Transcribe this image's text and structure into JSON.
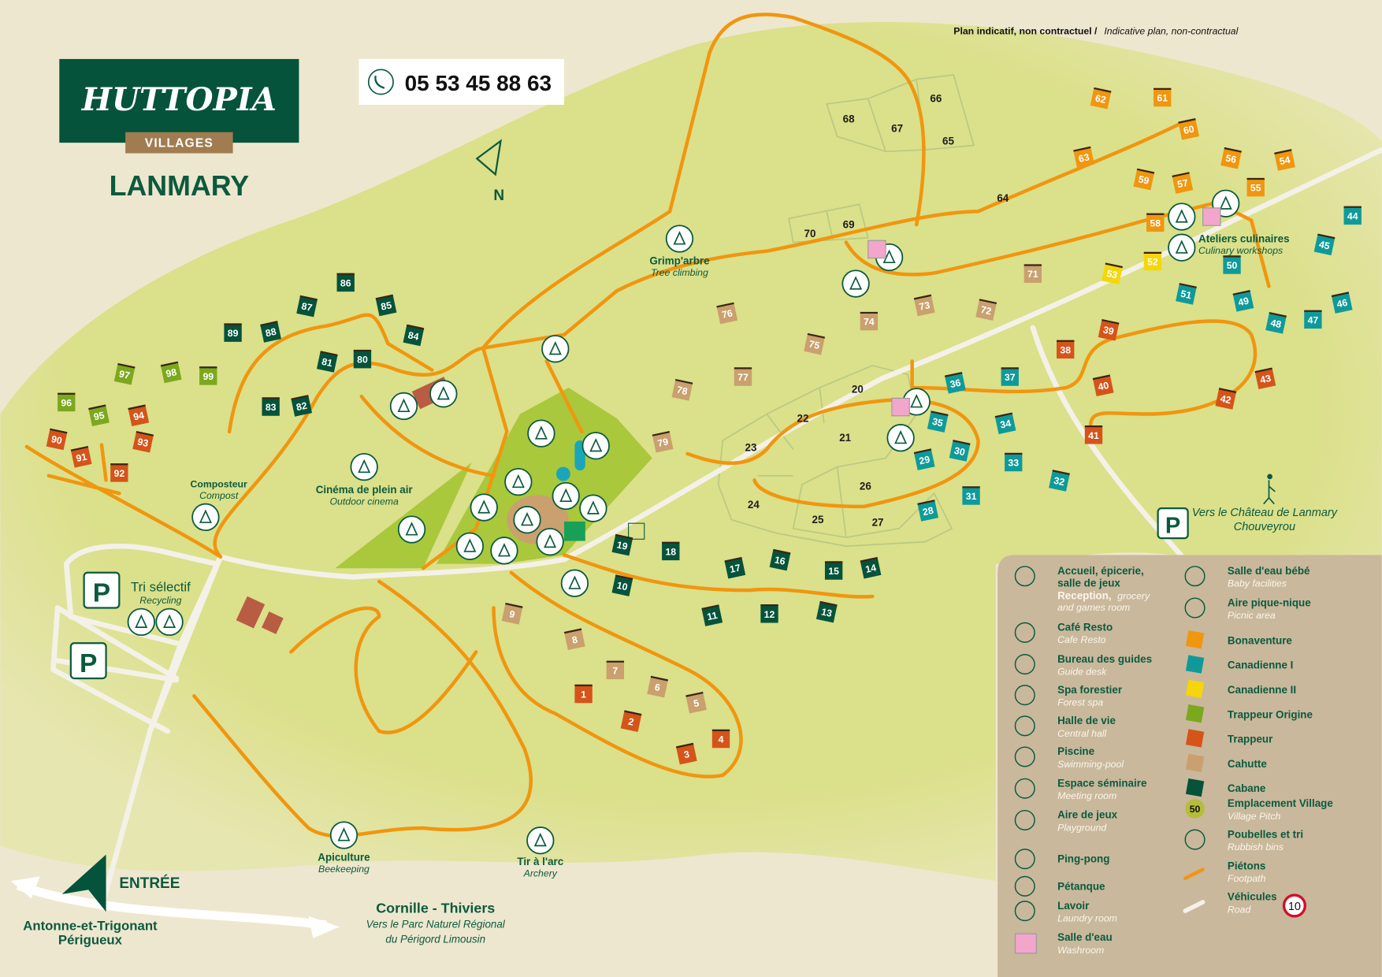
{
  "header": {
    "brand": "HUTTOPIA",
    "brand_sub": "VILLAGES",
    "site_name": "LANMARY",
    "phone": "05 53 45 88 63",
    "phone_icon": "phone-icon",
    "disclaimer_fr": "Plan indicatif, non contractuel /",
    "disclaimer_en": "Indicative plan, non-contractual",
    "north_label": "N"
  },
  "colors": {
    "background": "#eee7cf",
    "grass": "#dce18a",
    "brand_green": "#05533b",
    "footpath": "#f0960f",
    "road": "#f4f1e8",
    "legend_bg": "#c9b89c",
    "bonaventure": "#f0960f",
    "canadienne_1": "#0f9a9a",
    "canadienne_2": "#f5d60a",
    "trappeur_origine": "#7ca81e",
    "trappeur": "#d4541a",
    "cahutte": "#c9a06e",
    "cabane": "#05533b",
    "washroom": "#f2a6cc"
  },
  "map_labels": {
    "tree_climbing": {
      "fr": "Grimp'arbre",
      "en": "Tree climbing"
    },
    "cinema": {
      "fr": "Cinéma de plein air",
      "en": "Outdoor cinema"
    },
    "compost": {
      "fr": "Composteur",
      "en": "Compost"
    },
    "recycling": {
      "fr": "Tri sélectif",
      "en": "Recycling"
    },
    "beekeeping": {
      "fr": "Apiculture",
      "en": "Beekeeping"
    },
    "archery": {
      "fr": "Tir à l'arc",
      "en": "Archery"
    },
    "culinary": {
      "fr": "Ateliers culinaires",
      "en": "Culinary workshops"
    },
    "chateau": {
      "line1": "Vers le Château de Lanmary",
      "line2": "Chouveyrou"
    },
    "entrance": "ENTRÉE",
    "west_dest": {
      "line1": "Antonne-et-Trigonant",
      "line2": "Périgueux"
    },
    "east_dest": {
      "title": "Cornille - Thiviers",
      "line1": "Vers le Parc Naturel Régional",
      "line2": "du Périgord Limousin"
    },
    "parking": "P"
  },
  "units": [
    {
      "n": "54",
      "type": "bonaventure"
    },
    {
      "n": "55",
      "type": "bonaventure"
    },
    {
      "n": "56",
      "type": "bonaventure"
    },
    {
      "n": "57",
      "type": "bonaventure"
    },
    {
      "n": "58",
      "type": "bonaventure"
    },
    {
      "n": "59",
      "type": "bonaventure"
    },
    {
      "n": "60",
      "type": "bonaventure"
    },
    {
      "n": "61",
      "type": "bonaventure"
    },
    {
      "n": "62",
      "type": "bonaventure"
    },
    {
      "n": "63",
      "type": "bonaventure"
    },
    {
      "n": "44",
      "type": "canadienne_1"
    },
    {
      "n": "45",
      "type": "canadienne_1"
    },
    {
      "n": "46",
      "type": "canadienne_1"
    },
    {
      "n": "47",
      "type": "canadienne_1"
    },
    {
      "n": "48",
      "type": "canadienne_1"
    },
    {
      "n": "49",
      "type": "canadienne_1"
    },
    {
      "n": "50",
      "type": "canadienne_1"
    },
    {
      "n": "51",
      "type": "canadienne_1"
    },
    {
      "n": "36",
      "type": "canadienne_1"
    },
    {
      "n": "37",
      "type": "canadienne_1"
    },
    {
      "n": "35",
      "type": "canadienne_1"
    },
    {
      "n": "34",
      "type": "canadienne_1"
    },
    {
      "n": "33",
      "type": "canadienne_1"
    },
    {
      "n": "30",
      "type": "canadienne_1"
    },
    {
      "n": "29",
      "type": "canadienne_1"
    },
    {
      "n": "31",
      "type": "canadienne_1"
    },
    {
      "n": "32",
      "type": "canadienne_1"
    },
    {
      "n": "28",
      "type": "canadienne_1"
    },
    {
      "n": "52",
      "type": "canadienne_2"
    },
    {
      "n": "53",
      "type": "canadienne_2"
    },
    {
      "n": "95",
      "type": "trappeur_origine"
    },
    {
      "n": "96",
      "type": "trappeur_origine"
    },
    {
      "n": "97",
      "type": "trappeur_origine"
    },
    {
      "n": "98",
      "type": "trappeur_origine"
    },
    {
      "n": "99",
      "type": "trappeur_origine"
    },
    {
      "n": "90",
      "type": "trappeur"
    },
    {
      "n": "91",
      "type": "trappeur"
    },
    {
      "n": "92",
      "type": "trappeur"
    },
    {
      "n": "93",
      "type": "trappeur"
    },
    {
      "n": "94",
      "type": "trappeur"
    },
    {
      "n": "38",
      "type": "trappeur"
    },
    {
      "n": "39",
      "type": "trappeur"
    },
    {
      "n": "40",
      "type": "trappeur"
    },
    {
      "n": "41",
      "type": "trappeur"
    },
    {
      "n": "42",
      "type": "trappeur"
    },
    {
      "n": "43",
      "type": "trappeur"
    },
    {
      "n": "1",
      "type": "trappeur"
    },
    {
      "n": "2",
      "type": "trappeur"
    },
    {
      "n": "3",
      "type": "trappeur"
    },
    {
      "n": "4",
      "type": "trappeur"
    },
    {
      "n": "9",
      "type": "cahutte"
    },
    {
      "n": "8",
      "type": "cahutte"
    },
    {
      "n": "7",
      "type": "cahutte"
    },
    {
      "n": "6",
      "type": "cahutte"
    },
    {
      "n": "5",
      "type": "cahutte"
    },
    {
      "n": "71",
      "type": "cahutte"
    },
    {
      "n": "72",
      "type": "cahutte"
    },
    {
      "n": "73",
      "type": "cahutte"
    },
    {
      "n": "74",
      "type": "cahutte"
    },
    {
      "n": "75",
      "type": "cahutte"
    },
    {
      "n": "76",
      "type": "cahutte"
    },
    {
      "n": "77",
      "type": "cahutte"
    },
    {
      "n": "78",
      "type": "cahutte"
    },
    {
      "n": "79",
      "type": "cahutte"
    },
    {
      "n": "80",
      "type": "cabane"
    },
    {
      "n": "81",
      "type": "cabane"
    },
    {
      "n": "82",
      "type": "cabane"
    },
    {
      "n": "83",
      "type": "cabane"
    },
    {
      "n": "84",
      "type": "cabane"
    },
    {
      "n": "85",
      "type": "cabane"
    },
    {
      "n": "86",
      "type": "cabane"
    },
    {
      "n": "87",
      "type": "cabane"
    },
    {
      "n": "88",
      "type": "cabane"
    },
    {
      "n": "89",
      "type": "cabane"
    },
    {
      "n": "10",
      "type": "cabane"
    },
    {
      "n": "11",
      "type": "cabane"
    },
    {
      "n": "12",
      "type": "cabane"
    },
    {
      "n": "13",
      "type": "cabane"
    },
    {
      "n": "14",
      "type": "cabane"
    },
    {
      "n": "15",
      "type": "cabane"
    },
    {
      "n": "16",
      "type": "cabane"
    },
    {
      "n": "17",
      "type": "cabane"
    },
    {
      "n": "18",
      "type": "cabane"
    },
    {
      "n": "19",
      "type": "cabane"
    }
  ],
  "pitches": [
    "20",
    "21",
    "22",
    "23",
    "24",
    "25",
    "26",
    "27",
    "64",
    "65",
    "66",
    "67",
    "68",
    "69",
    "70"
  ],
  "legend": {
    "left": [
      {
        "icon": "info-icon",
        "fr": "Accueil, épicerie,",
        "fr2": "salle de jeux",
        "en_b": "Reception,",
        "en": "grocery",
        "en2": "and games room"
      },
      {
        "icon": "cutlery-icon",
        "fr": "Café Resto",
        "en": "Cafe Resto"
      },
      {
        "icon": "map-search-icon",
        "fr": "Bureau des guides",
        "en": "Guide desk"
      },
      {
        "icon": "lotus-icon",
        "fr": "Spa forestier",
        "en": "Forest spa"
      },
      {
        "icon": "hall-icon",
        "fr": "Halle de vie",
        "en": "Central hall"
      },
      {
        "icon": "pool-ladder-icon",
        "fr": "Piscine",
        "en": "Swimming-pool"
      },
      {
        "icon": "meeting-icon",
        "fr": "Espace séminaire",
        "en": "Meeting room"
      },
      {
        "icon": "playground-icon",
        "fr": "Aire de jeux",
        "en": "Playground"
      },
      {
        "icon": "ping-pong-icon",
        "fr": "Ping-pong",
        "en": ""
      },
      {
        "icon": "petanque-icon",
        "fr": "Pétanque",
        "en": ""
      },
      {
        "icon": "washing-machine-icon",
        "fr": "Lavoir",
        "en": "Laundry room"
      },
      {
        "icon": "washroom-swatch-icon",
        "fr": "Salle d'eau",
        "en": "Washroom"
      }
    ],
    "right": [
      {
        "icon": "baby-icon",
        "fr": "Salle d'eau bébé",
        "en": "Baby facilities"
      },
      {
        "icon": "picnic-table-icon",
        "fr": "Aire pique-nique",
        "en": "Picnic area"
      },
      {
        "icon": "swatch-bonaventure",
        "fr": "Bonaventure",
        "en": "",
        "color": "#f0960f"
      },
      {
        "icon": "swatch-canadienne-1",
        "fr": "Canadienne I",
        "en": "",
        "color": "#0f9a9a"
      },
      {
        "icon": "swatch-canadienne-2",
        "fr": "Canadienne II",
        "en": "",
        "color": "#f5d60a"
      },
      {
        "icon": "swatch-trappeur-origine",
        "fr": "Trappeur Origine",
        "en": "",
        "color": "#7ca81e"
      },
      {
        "icon": "swatch-trappeur",
        "fr": "Trappeur",
        "en": "",
        "color": "#d4541a"
      },
      {
        "icon": "swatch-cahutte",
        "fr": "Cahutte",
        "en": "",
        "color": "#c9a06e"
      },
      {
        "icon": "swatch-cabane",
        "fr": "Cabane",
        "en": "",
        "color": "#05533b"
      },
      {
        "icon": "pitch-badge",
        "fr": "Emplacement Village",
        "en": "Village Pitch",
        "badge": "50"
      },
      {
        "icon": "bin-icon",
        "fr": "Poubelles et tri",
        "en": "Rubbish bins"
      },
      {
        "icon": "footpath-line",
        "fr": "Piétons",
        "en": "Footpath"
      },
      {
        "icon": "road-line",
        "fr": "Véhicules",
        "en": "Road",
        "speed_limit": "10"
      }
    ]
  }
}
